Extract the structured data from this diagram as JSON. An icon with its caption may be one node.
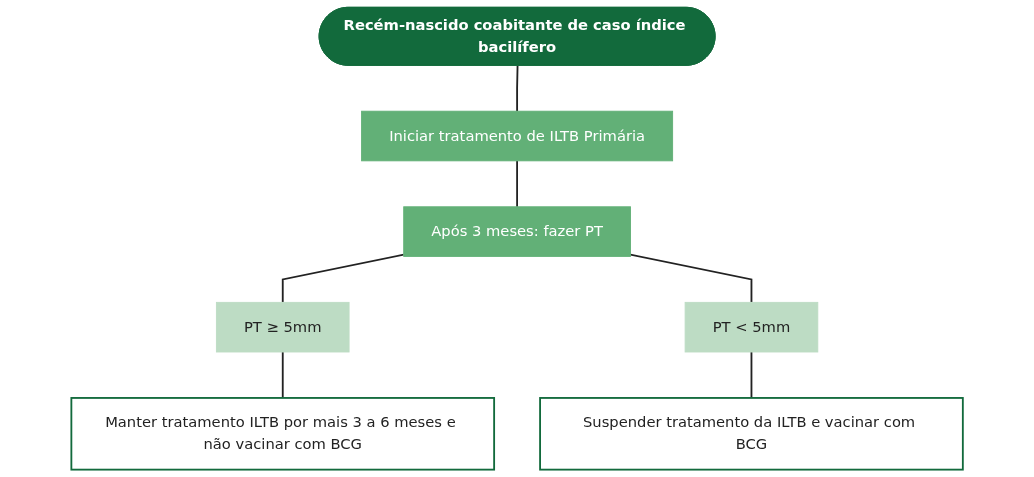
{
  "diagram": {
    "nodes": [
      {
        "text": [
          "Recém-nascido coabitante de caso índice bacilífero"
        ]
      },
      {
        "text": [
          "Iniciar tratamento de ILTB Primária"
        ]
      },
      {
        "text": [
          "Após 3 meses: fazer PT"
        ]
      },
      {
        "text": [
          "PT ≥ 5mm"
        ]
      },
      {
        "text": [
          "PT < 5mm"
        ]
      },
      {
        "text": [
          "Manter tratamento ILTB por mais 3 a 6 meses e não vacinar com BCG"
        ]
      },
      {
        "text": [
          "Suspender tratamento da ILTB e vacinar com BCG"
        ]
      }
    ],
    "edges": [
      {
        "from": 0,
        "to": 1,
        "arrow": "none"
      },
      {
        "from": 1,
        "to": 2,
        "arrow": "none"
      },
      {
        "from": 2,
        "to": 3,
        "arrow": "none"
      },
      {
        "from": 2,
        "to": 4,
        "arrow": "none"
      },
      {
        "from": 3,
        "to": 5,
        "arrow": "none"
      },
      {
        "from": 4,
        "to": 6,
        "arrow": "none"
      }
    ]
  }
}
